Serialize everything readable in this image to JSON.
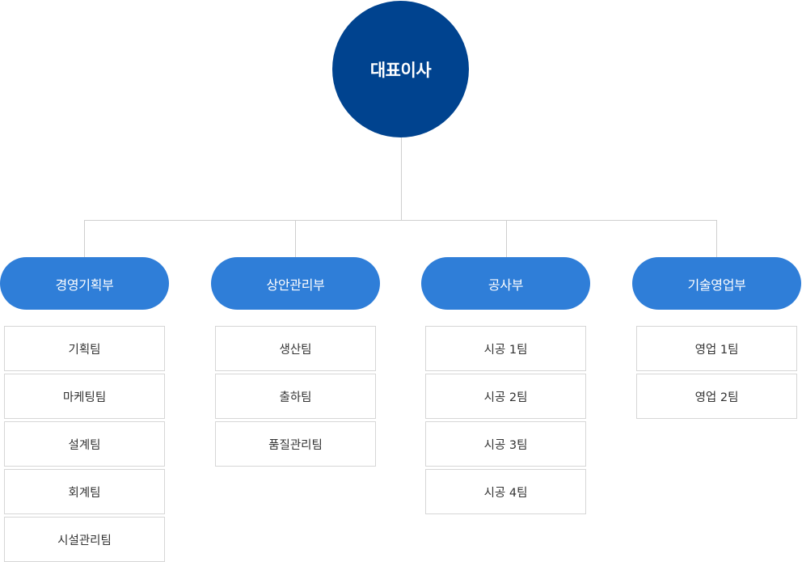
{
  "ceo": {
    "label": "대표이사"
  },
  "colors": {
    "ceo": "#00438f",
    "department": "#2f7ed8",
    "connector": "#cfcfcf",
    "team_border": "#d6d6d6"
  },
  "departments": [
    {
      "label": "경영기획부",
      "teams": [
        "기획팀",
        "마케팅팀",
        "설계팀",
        "회계팀",
        "시설관리팀"
      ]
    },
    {
      "label": "상안관리부",
      "teams": [
        "생산팀",
        "출하팀",
        "품질관리팀"
      ]
    },
    {
      "label": "공사부",
      "teams": [
        "시공 1팀",
        "시공 2팀",
        "시공 3팀",
        "시공 4팀"
      ]
    },
    {
      "label": "기술영업부",
      "teams": [
        "영업 1팀",
        "영업 2팀"
      ]
    }
  ]
}
